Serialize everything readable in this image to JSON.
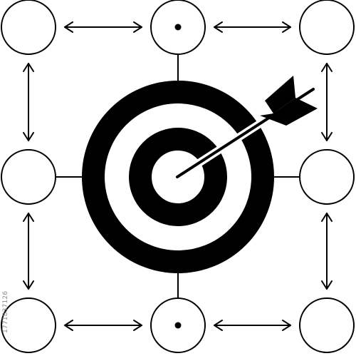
{
  "diagram": {
    "nodes": [
      {
        "id": "top-left",
        "center_dot": false
      },
      {
        "id": "top-center",
        "center_dot": true
      },
      {
        "id": "top-right",
        "center_dot": false
      },
      {
        "id": "middle-left",
        "center_dot": false
      },
      {
        "id": "middle-right",
        "center_dot": false
      },
      {
        "id": "bottom-left",
        "center_dot": false
      },
      {
        "id": "bottom-center",
        "center_dot": true
      },
      {
        "id": "bottom-right",
        "center_dot": false
      }
    ],
    "double_arrows": [
      {
        "from": "top-left",
        "to": "top-center"
      },
      {
        "from": "top-center",
        "to": "top-right"
      },
      {
        "from": "top-left",
        "to": "middle-left"
      },
      {
        "from": "top-right",
        "to": "middle-right"
      },
      {
        "from": "middle-left",
        "to": "bottom-left"
      },
      {
        "from": "middle-right",
        "to": "bottom-right"
      },
      {
        "from": "bottom-left",
        "to": "bottom-center"
      },
      {
        "from": "bottom-center",
        "to": "bottom-right"
      }
    ],
    "connectors": [
      "top-center",
      "bottom-center",
      "middle-left",
      "middle-right"
    ],
    "center_icon": "target-with-arrow-icon",
    "colors": {
      "stroke": "#000000",
      "fill": "#000000",
      "background": "#ffffff"
    }
  },
  "watermark": {
    "id_text": "1771837126"
  }
}
